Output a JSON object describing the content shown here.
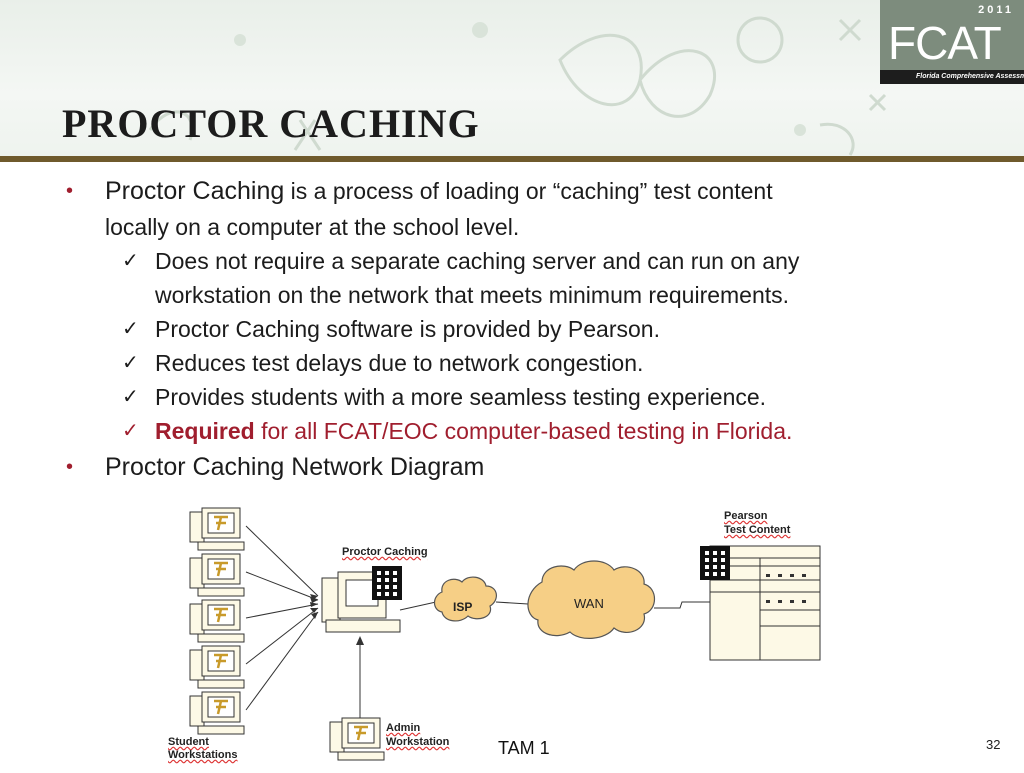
{
  "header": {
    "title": "PROCTOR CACHING",
    "logo": {
      "year": "2011",
      "mark": "FCAT",
      "tagline": "Florida Comprehensive Assessment Test"
    }
  },
  "bullets": [
    {
      "lines": [
        {
          "lead": "Proctor Caching",
          "rest": " is a process of loading or “caching” test content"
        },
        {
          "lead": "",
          "rest": "locally on a computer at the school level."
        }
      ],
      "subs": [
        {
          "lines": [
            "Does not require a separate caching server and can run on any",
            "workstation on the network that meets minimum requirements."
          ]
        },
        {
          "lines": [
            "Proctor Caching software is provided by Pearson."
          ]
        },
        {
          "lines": [
            "Reduces test delays due to network congestion."
          ]
        },
        {
          "lines": [
            "Provides students with a more seamless testing experience."
          ]
        },
        {
          "lines": [
            "for all FCAT/EOC computer-based testing in Florida."
          ],
          "bold": "Required"
        }
      ]
    },
    {
      "lines": [
        {
          "lead": "Proctor Caching Network Diagram",
          "rest": ""
        }
      ]
    }
  ],
  "diagram": {
    "student_label": [
      "Student",
      "Workstations"
    ],
    "proctor_label": "Proctor Caching",
    "admin_label": [
      "Admin",
      "Workstation"
    ],
    "pearson_label": [
      "Pearson",
      "Test Content"
    ],
    "isp_label": "ISP",
    "wan_label": "WAN"
  },
  "footer": {
    "center": "TAM 1",
    "page": "32"
  },
  "colors": {
    "accent": "#a01e2e",
    "rule": "#6f5a2c",
    "logo_bg": "#7d8c7d"
  }
}
